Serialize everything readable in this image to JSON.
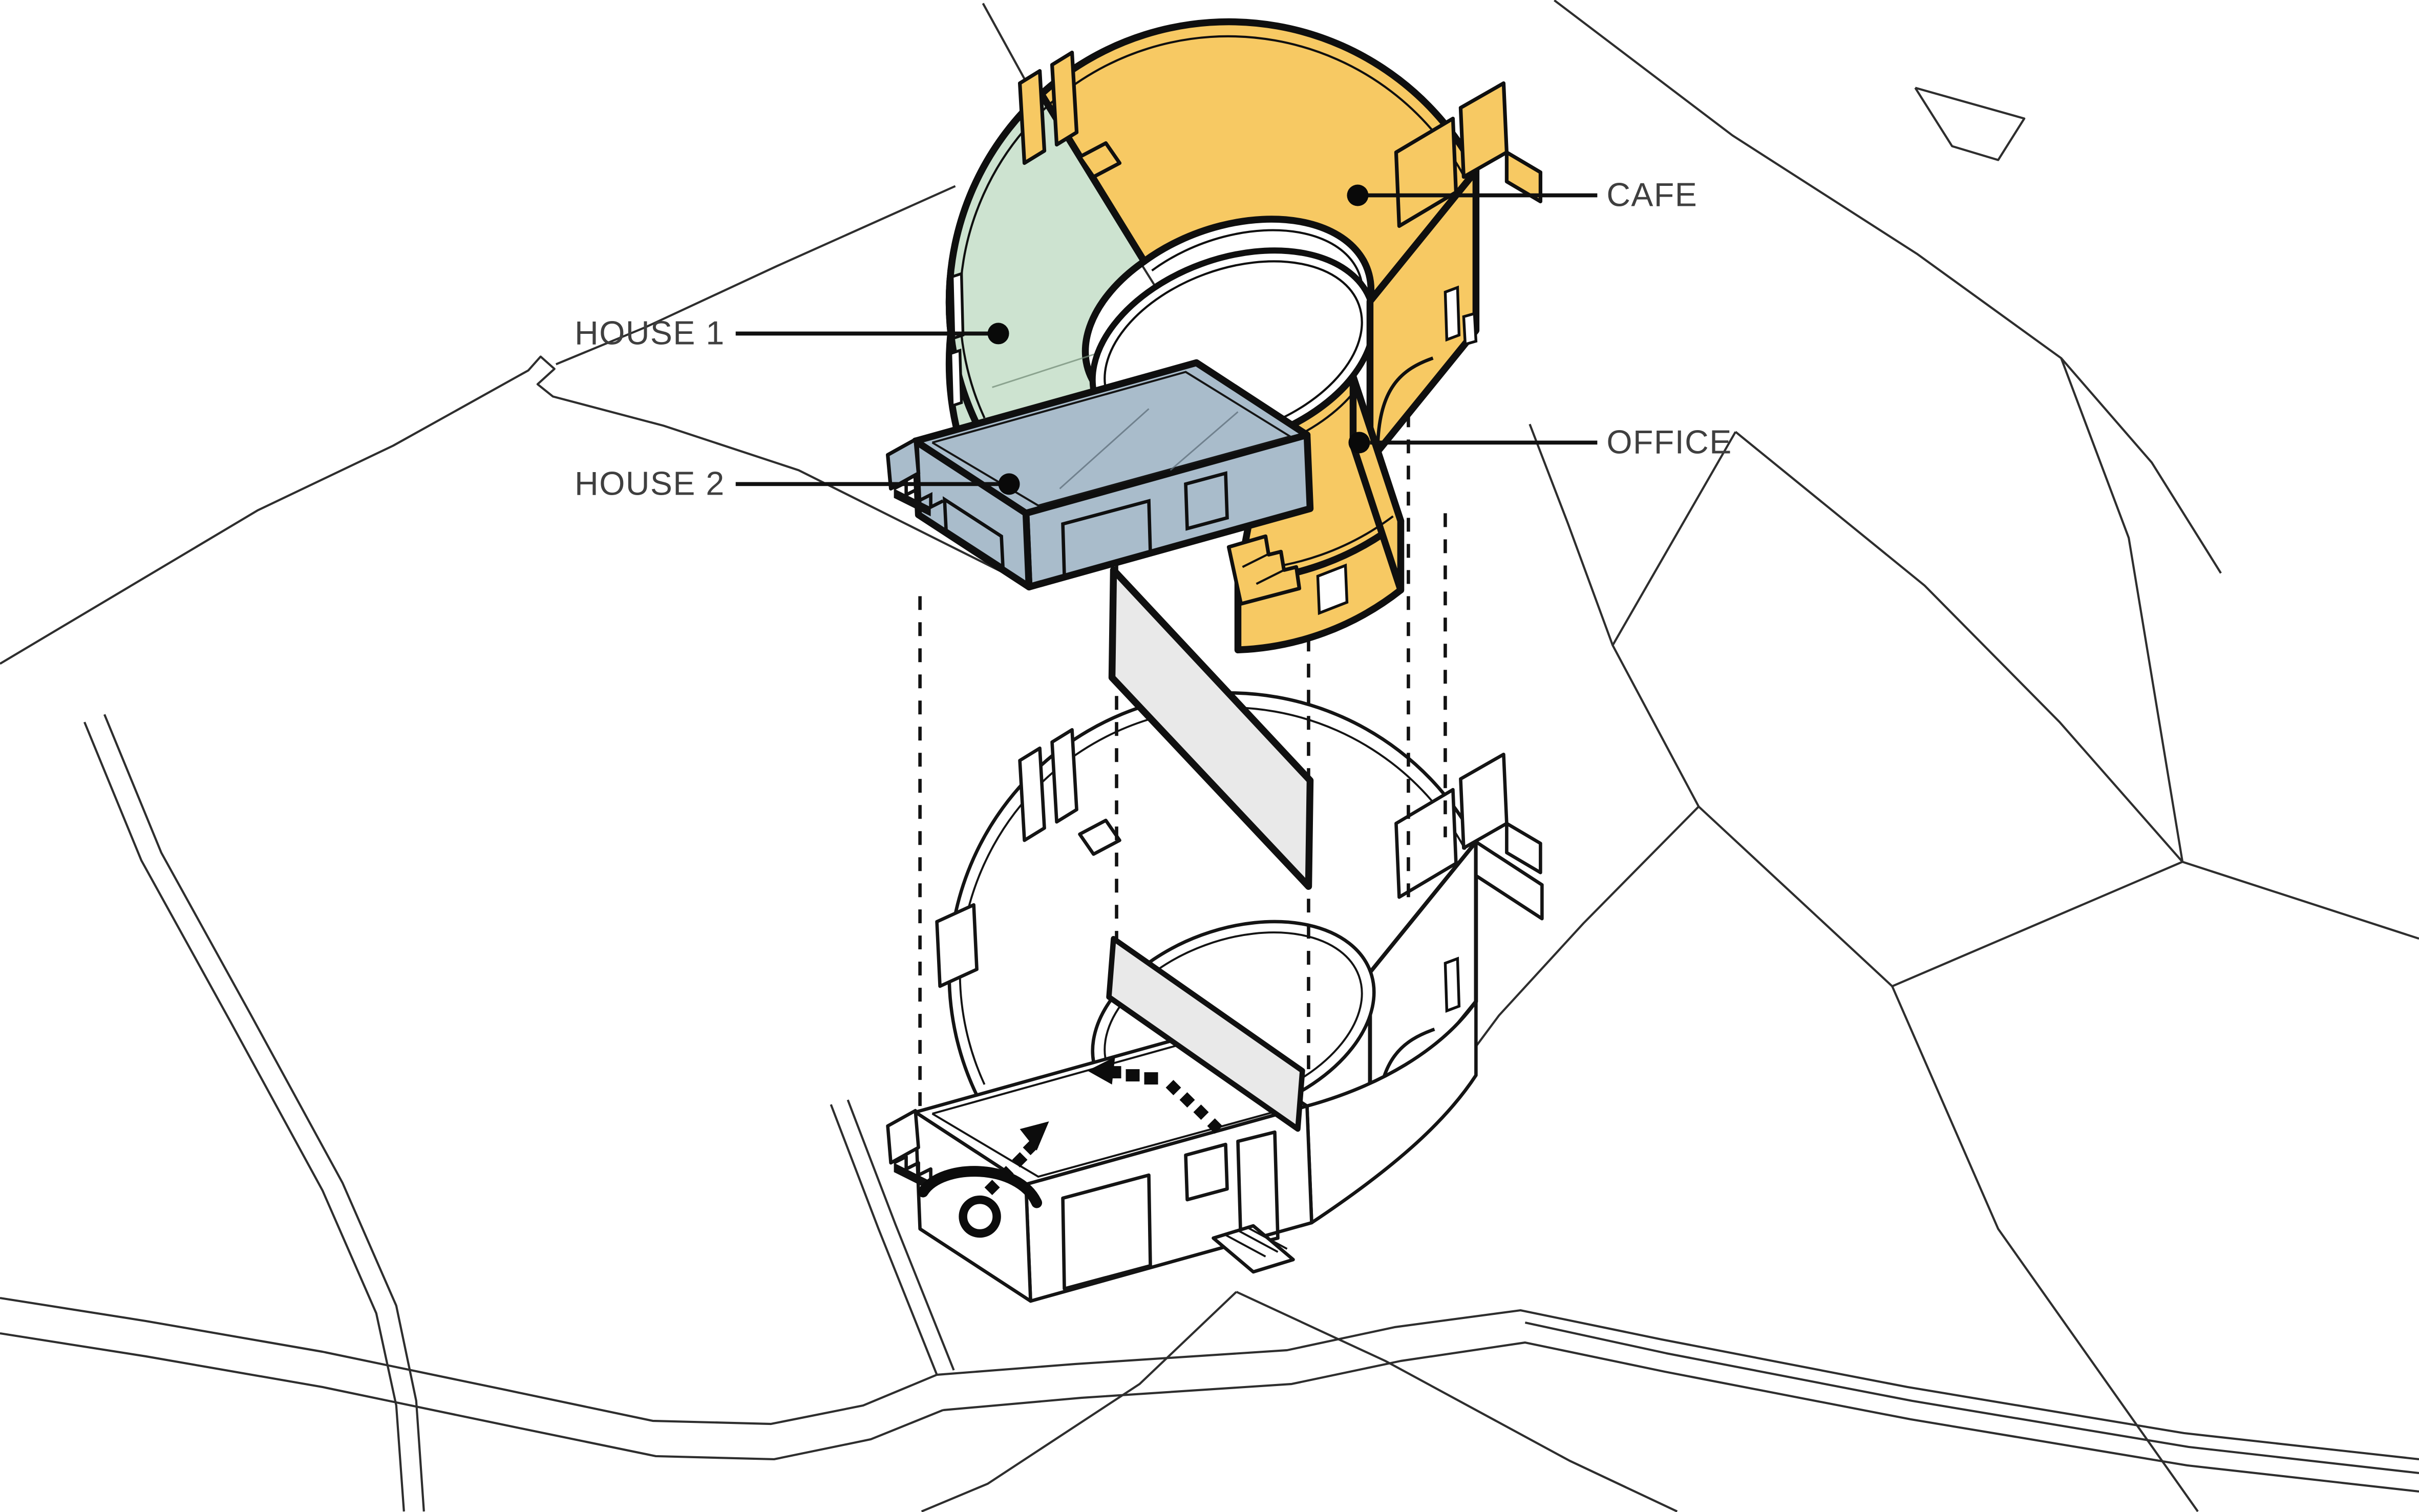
{
  "diagram": {
    "labels": {
      "cafe": "CAFE",
      "house1": "HOUSE 1",
      "house2": "HOUSE 2",
      "office": "OFFICE"
    },
    "colors": {
      "cafe_office": "#F7C963",
      "house1": "#CDE3D0",
      "house2": "#A9BCCB",
      "plane_gray": "#E9E9E9",
      "outline": "#101010",
      "label_text": "#3F3F3F",
      "site_line": "#2E2E2E",
      "background": "#FFFFFF"
    },
    "icons": {
      "viewpoint": "eye-icon",
      "route": "dotted-arrow-path"
    }
  }
}
